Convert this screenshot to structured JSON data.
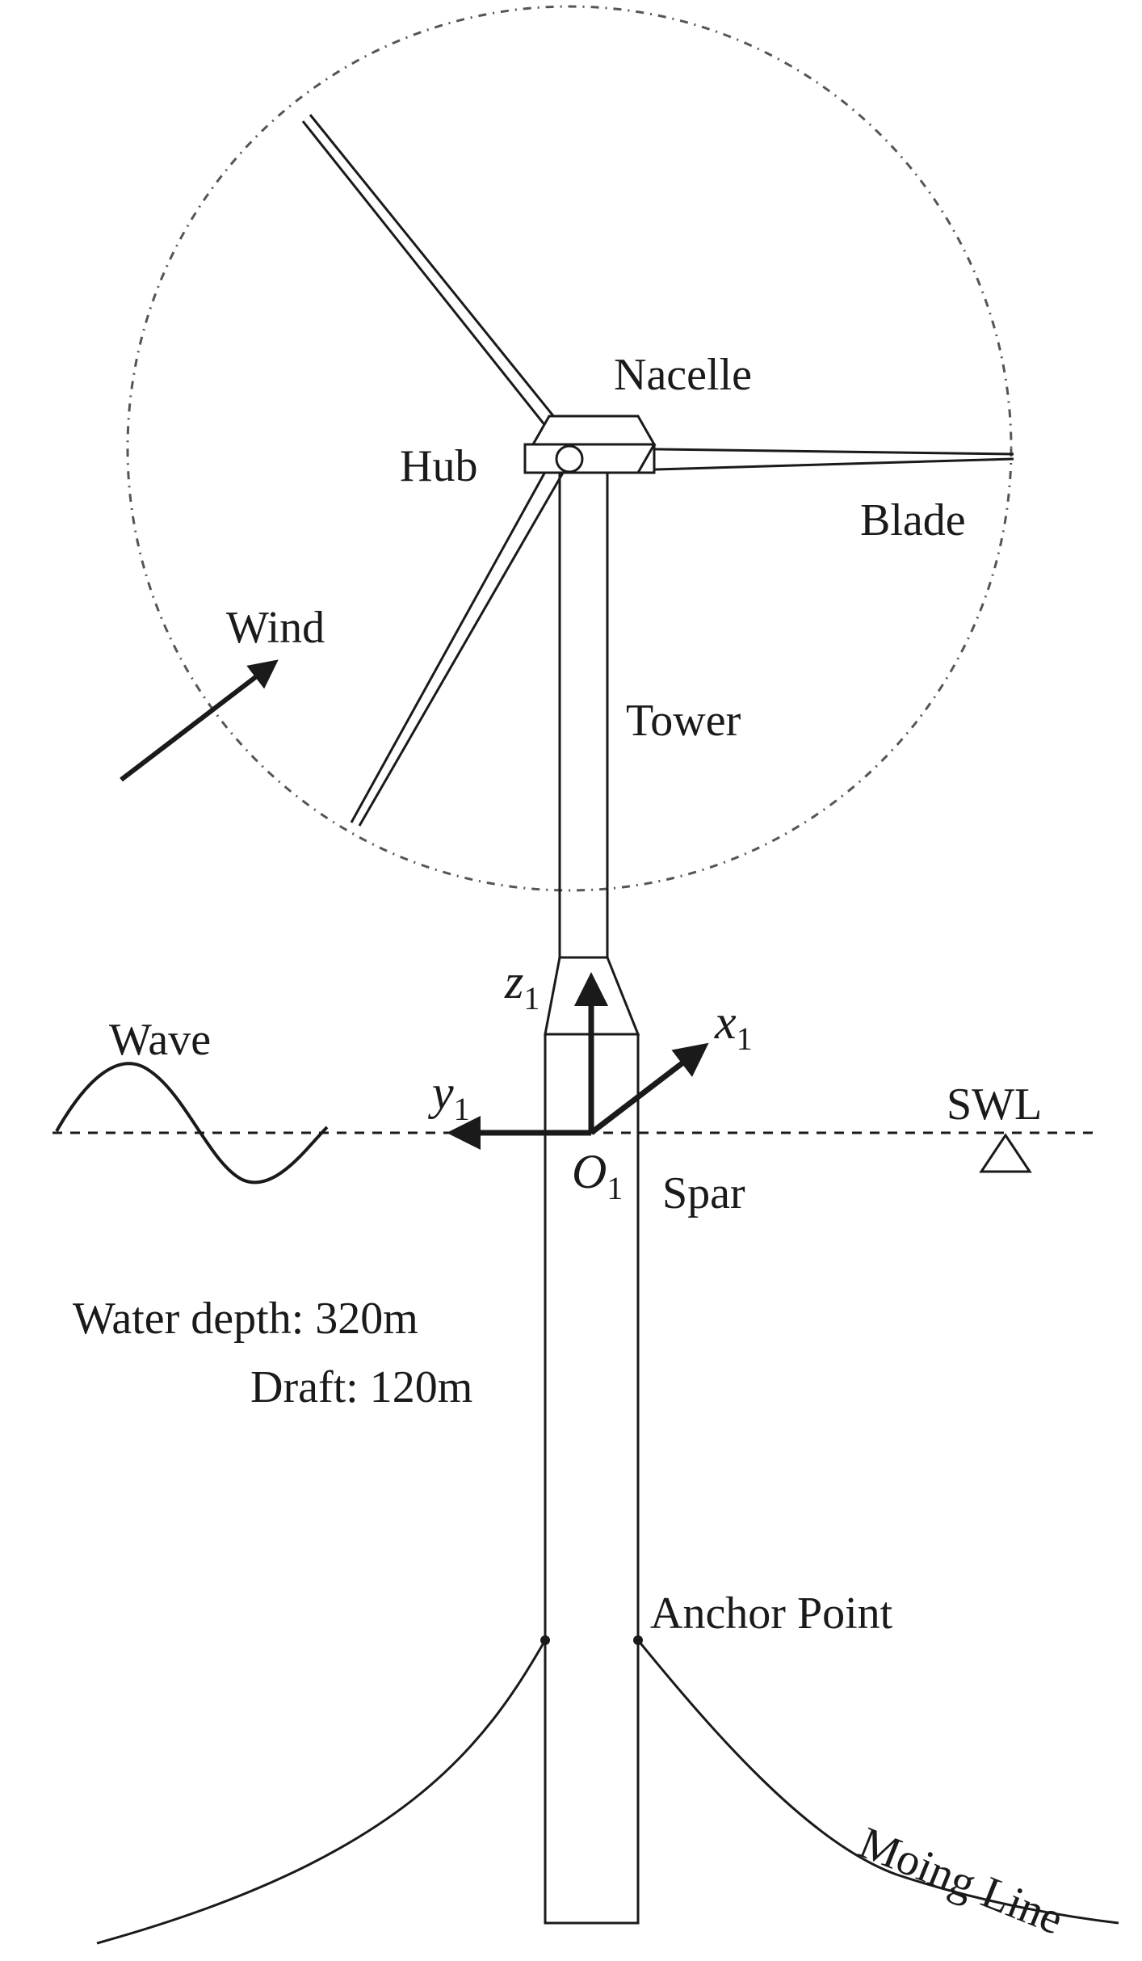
{
  "labels": {
    "nacelle": "Nacelle",
    "hub": "Hub",
    "blade": "Blade",
    "wind": "Wind",
    "tower": "Tower",
    "wave": "Wave",
    "swl": "SWL",
    "spar": "Spar",
    "water_depth": "Water depth: 320m",
    "draft": "Draft: 120m",
    "anchor_point": "Anchor Point",
    "mooring_line": "Moing Line"
  },
  "axes": {
    "z": {
      "symbol": "z",
      "subscript": "1"
    },
    "x": {
      "symbol": "x",
      "subscript": "1"
    },
    "y": {
      "symbol": "y",
      "subscript": "1"
    },
    "origin": {
      "symbol": "O",
      "subscript": "1"
    }
  },
  "colors": {
    "line": "#1a1a1a",
    "background": "#ffffff"
  }
}
